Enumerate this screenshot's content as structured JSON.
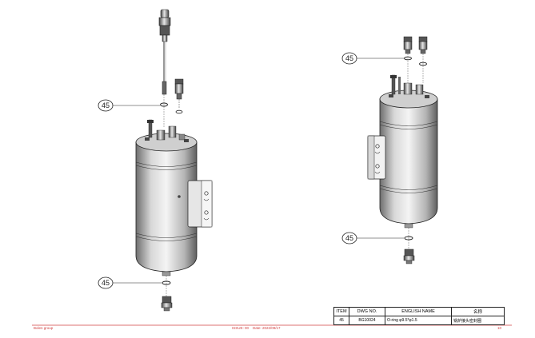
{
  "callouts": [
    "45",
    "45",
    "45",
    "45"
  ],
  "bom": {
    "headers": [
      "ITEM",
      "DWG NO.",
      "ENGLISH NAME",
      "名称"
    ],
    "row": [
      "45",
      "BG10024",
      "O-ring φ9.5*φ1.5",
      "锅炉接头密封圈"
    ]
  },
  "footer": {
    "left": "Bolen group",
    "issue": "ISSUE: 00    Date: 2022/09/17",
    "page": "10"
  },
  "colors": {
    "line": "#222222",
    "accent": "#d24040"
  }
}
